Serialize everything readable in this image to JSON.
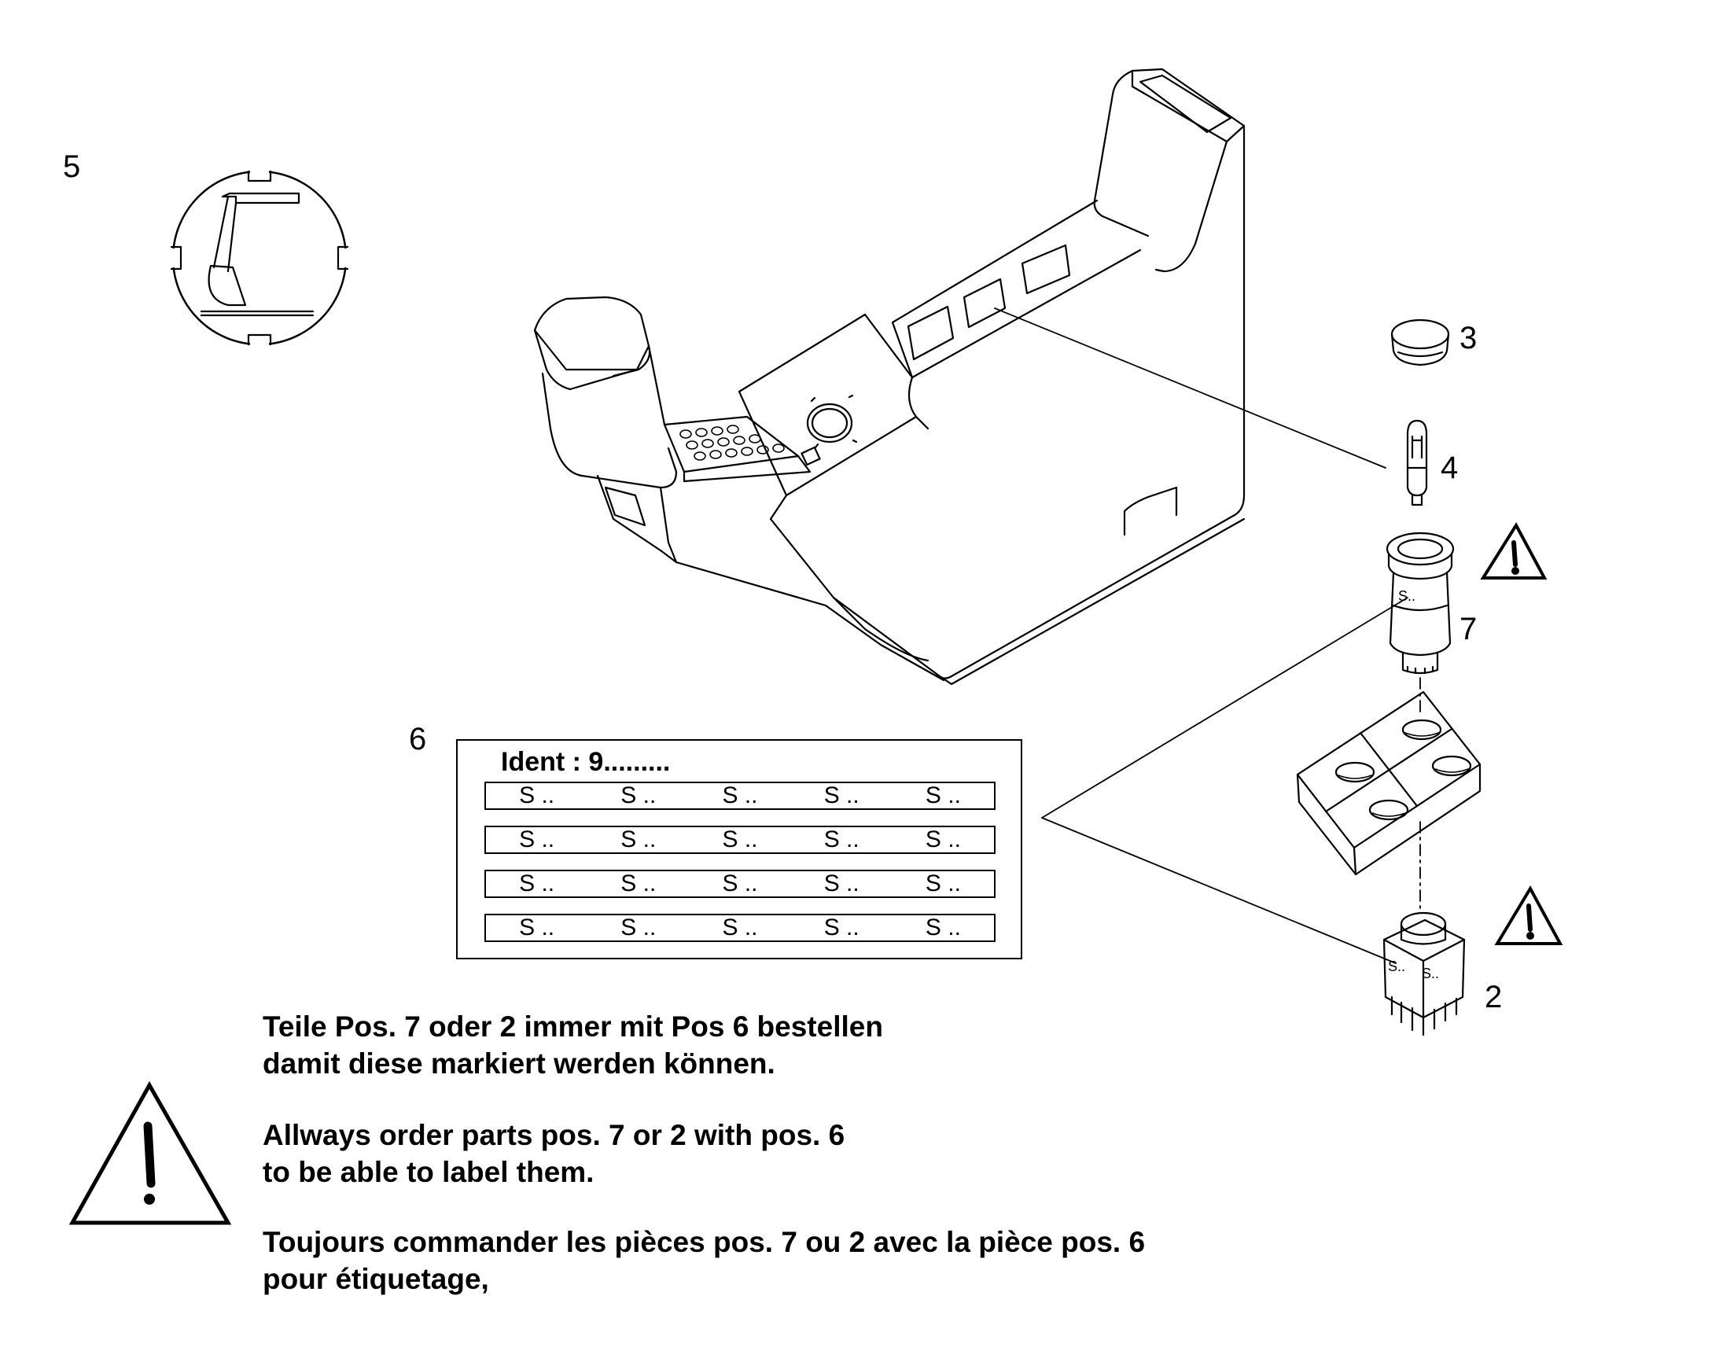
{
  "callouts": {
    "p5": "5",
    "p3": "3",
    "p4": "4",
    "p7": "7",
    "p6": "6",
    "p2": "2"
  },
  "label_sheet": {
    "ident": "Ident : 9.........",
    "rows": [
      [
        "S ..",
        "S ..",
        "S ..",
        "S ..",
        "S .."
      ],
      [
        "S ..",
        "S ..",
        "S ..",
        "S ..",
        "S .."
      ],
      [
        "S ..",
        "S ..",
        "S ..",
        "S ..",
        "S .."
      ],
      [
        "S ..",
        "S ..",
        "S ..",
        "S ..",
        "S .."
      ]
    ]
  },
  "switch_marks": {
    "round_switch": "S..",
    "square_switch_a": "S..",
    "square_switch_b": "S.."
  },
  "notes": {
    "de_line1": "Teile Pos. 7 oder 2 immer mit Pos 6 bestellen",
    "de_line2": "damit diese markiert werden können.",
    "en_line1": "Allways order parts pos. 7 or 2 with pos. 6",
    "en_line2": "to be able to label them.",
    "fr_line1": "Toujours commander les pièces pos. 7 ou 2 avec la pièce pos.  6",
    "fr_line2": "pour étiquetage,"
  },
  "icons": [
    "warning-triangle-icon",
    "excavator-symbol-icon"
  ]
}
